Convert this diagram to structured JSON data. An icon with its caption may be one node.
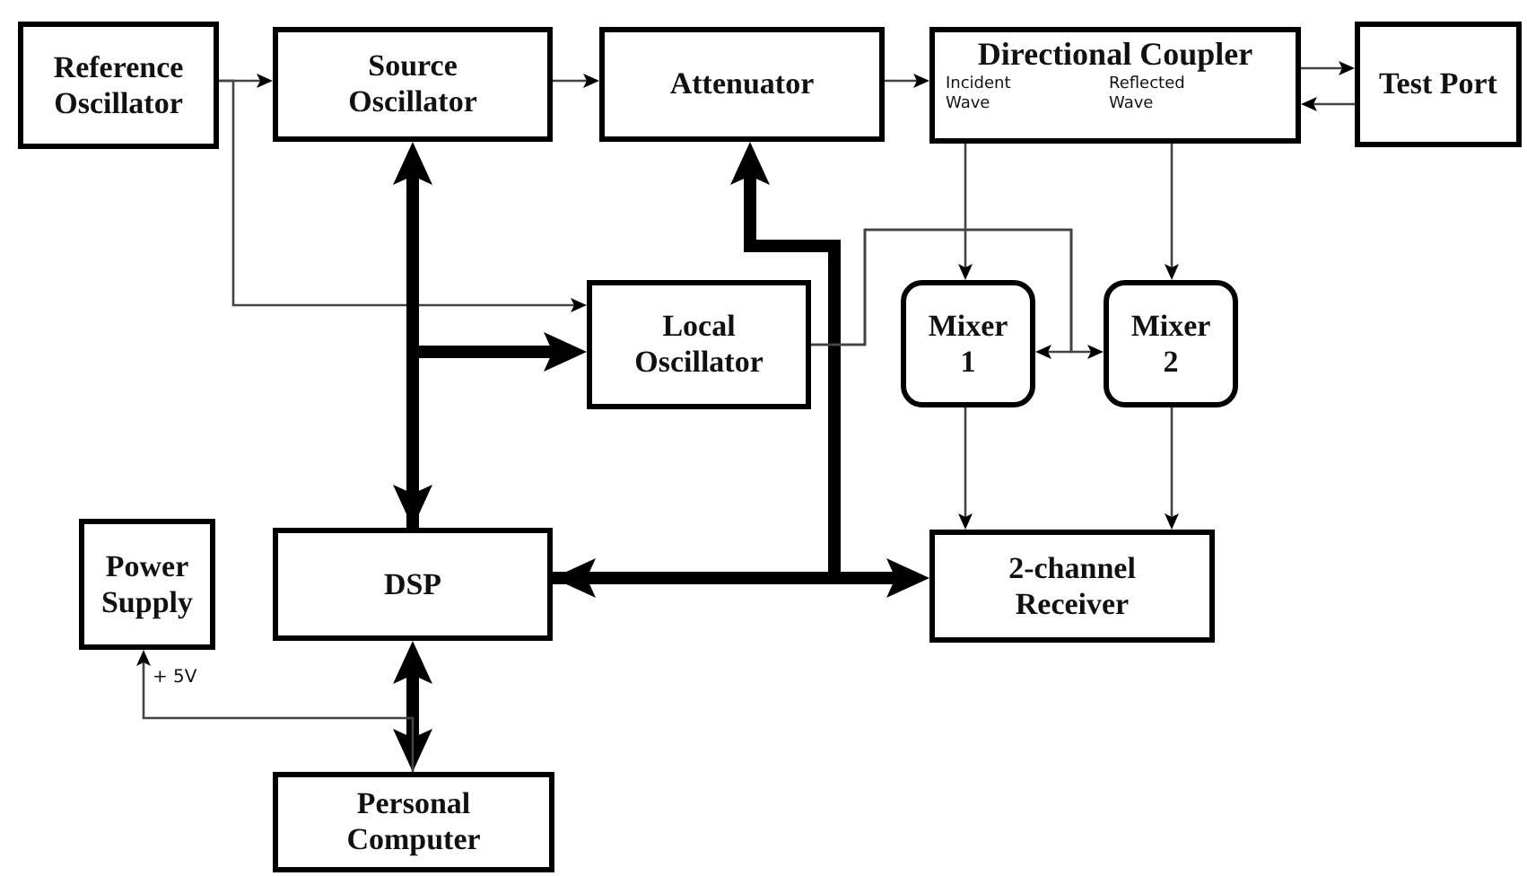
{
  "diagram": {
    "nodes": [
      {
        "text": [
          "Reference Oscillator"
        ]
      },
      {
        "text": [
          "Source Oscillator"
        ]
      },
      {
        "text": [
          "Attenuator"
        ]
      },
      {
        "text": [
          "Directional Coupler",
          "Incident Wave",
          "Reflected Wave"
        ]
      },
      {
        "text": [
          "Test Port"
        ]
      },
      {
        "text": [
          "Local Oscillator"
        ]
      },
      {
        "text": [
          "Mixer 1"
        ]
      },
      {
        "text": [
          "Mixer 2"
        ]
      },
      {
        "text": [
          "Power Supply"
        ]
      },
      {
        "text": [
          "DSP"
        ]
      },
      {
        "text": [
          "2-channel Receiver"
        ]
      },
      {
        "text": [
          "Personal Computer"
        ]
      }
    ],
    "edges": [
      {
        "from": 0,
        "to": 1,
        "arrow": "to"
      },
      {
        "from": 1,
        "to": 2,
        "arrow": "to"
      },
      {
        "from": 2,
        "to": 3,
        "arrow": "to"
      },
      {
        "from": 3,
        "to": 4,
        "arrow": "to"
      },
      {
        "from": 4,
        "to": 3,
        "arrow": "to"
      },
      {
        "from": 0,
        "to": 5,
        "arrow": "to"
      },
      {
        "from": 9,
        "to": 1,
        "arrow": "both",
        "style": "thick"
      },
      {
        "from": 9,
        "to": 5,
        "arrow": "to",
        "style": "thick"
      },
      {
        "from": 9,
        "to": 10,
        "arrow": "both",
        "style": "thick"
      },
      {
        "from": 9,
        "to": 2,
        "arrow": "to",
        "style": "thick"
      },
      {
        "from": 5,
        "to": 6,
        "arrow": "to"
      },
      {
        "from": 5,
        "to": 7,
        "arrow": "to"
      },
      {
        "from": 3,
        "to": 6,
        "arrow": "to"
      },
      {
        "from": 3,
        "to": 7,
        "arrow": "to"
      },
      {
        "from": 6,
        "to": 10,
        "arrow": "to"
      },
      {
        "from": 7,
        "to": 10,
        "arrow": "to"
      },
      {
        "from": 9,
        "to": 11,
        "arrow": "both",
        "style": "thick"
      },
      {
        "from": 11,
        "to": 8,
        "arrow": "to",
        "label": "+ 5V"
      }
    ]
  }
}
